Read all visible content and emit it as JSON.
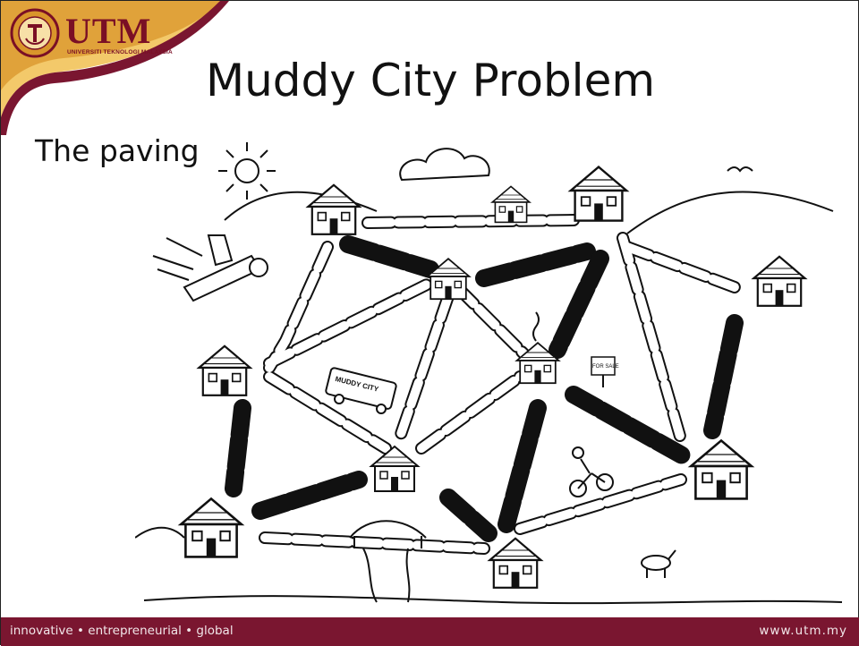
{
  "logo": {
    "text": "UTM",
    "subtitle": "UNIVERSITI TEKNOLOGI MALAYSIA"
  },
  "slide": {
    "title": "Muddy City Problem",
    "subtitle": "The paving"
  },
  "scene": {
    "bus_sign": "MUDDY CITY",
    "sale_sign": "FOR SALE"
  },
  "footer": {
    "tagline": "innovative • entrepreneurial • global",
    "url": "www.utm.my"
  },
  "colors": {
    "brand": "#7a1630",
    "gold": "#e8b24a",
    "paved": "#111111",
    "unpaved": "#ffffff"
  }
}
